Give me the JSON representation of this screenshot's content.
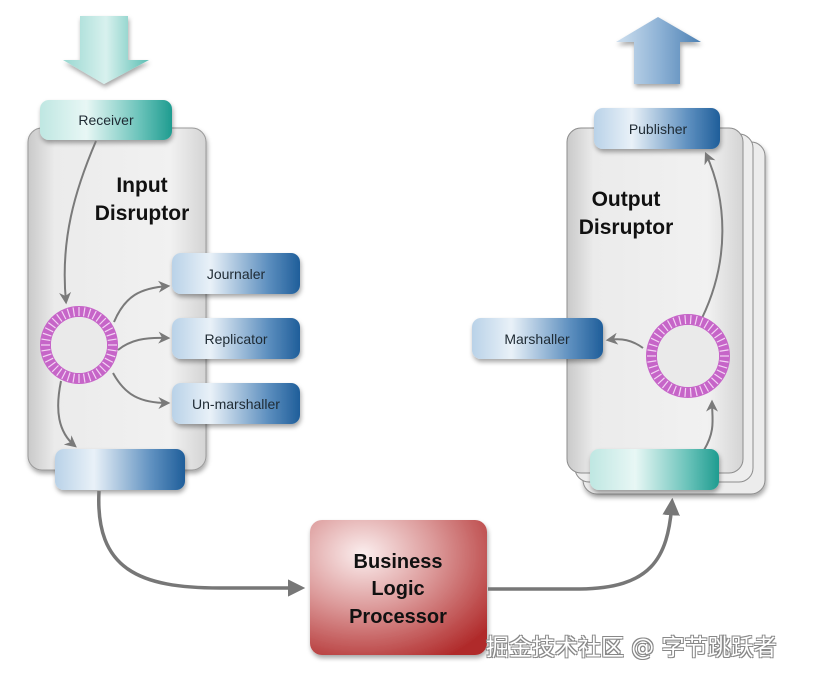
{
  "diagram": {
    "input_disruptor": {
      "title_line1": "Input",
      "title_line2": "Disruptor",
      "receiver_label": "Receiver",
      "consumers": [
        "Journaler",
        "Replicator",
        "Un-marshaller"
      ],
      "output_stage_label": ""
    },
    "business_logic_processor": {
      "line1": "Business",
      "line2": "Logic",
      "line3": "Processor"
    },
    "output_disruptor": {
      "title_line1": "Output",
      "title_line2": "Disruptor",
      "publisher_label": "Publisher",
      "marshaller_label": "Marshaller",
      "input_stage_label": ""
    },
    "colors": {
      "teal": "#2aa59a",
      "blue": "#2f6ea8",
      "ring": "#c665c8",
      "red": "#b42828",
      "panel": "#e2e2e2",
      "connector": "#7a7a7a"
    },
    "watermark": "掘金技术社区 @ 字节跳跃者"
  }
}
